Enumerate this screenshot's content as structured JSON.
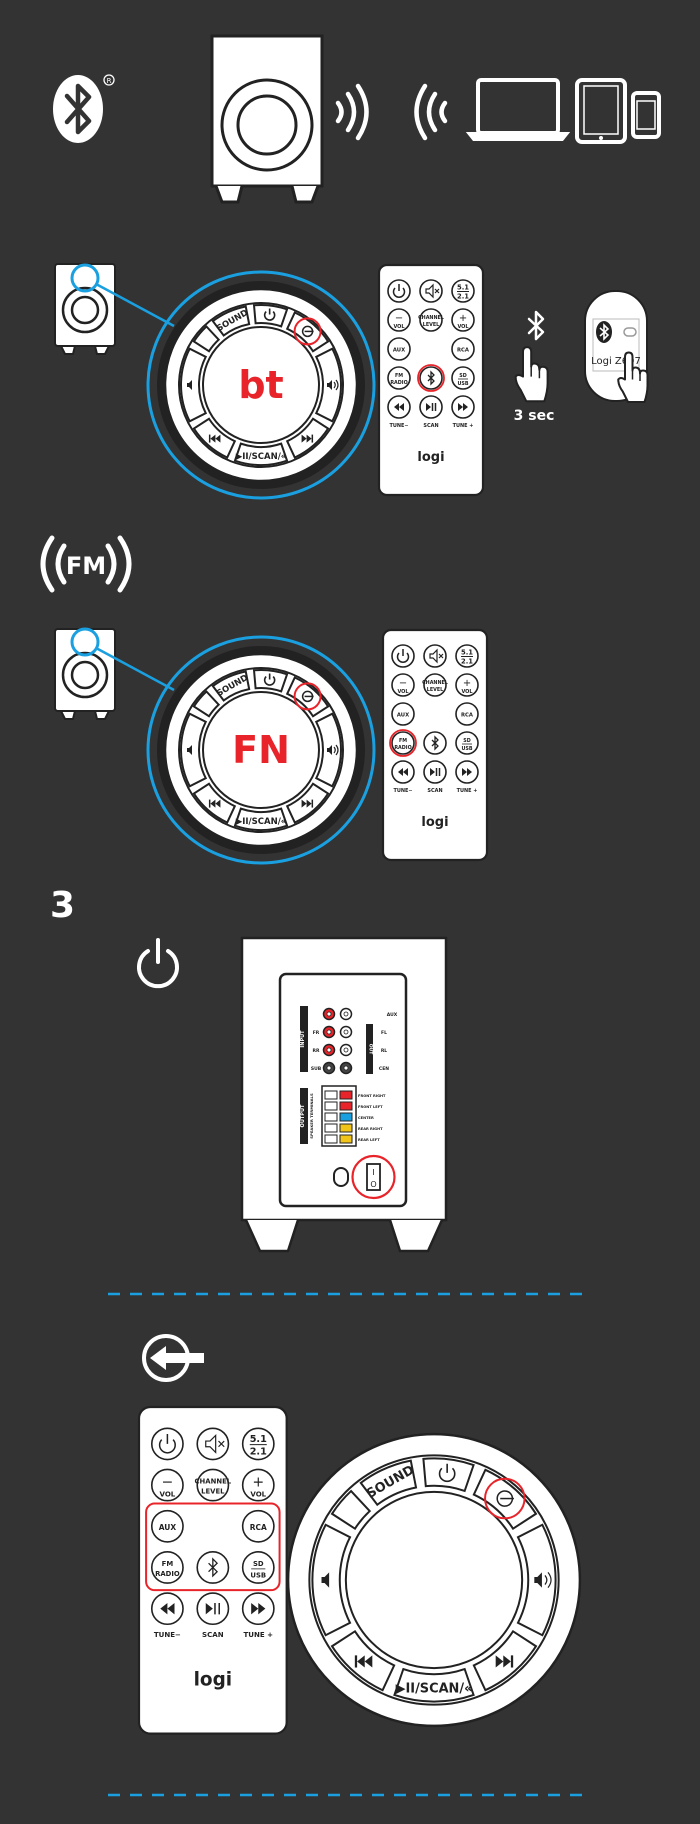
{
  "step": "3",
  "bluetooth": {
    "hold_duration": "3 sec",
    "device_name": "Logi Z607",
    "display_code": "bt"
  },
  "fm": {
    "badge": "FM",
    "display_code": "FN"
  },
  "control_pod": {
    "sound": "SOUND",
    "play_scan": "▶II/SCAN/«"
  },
  "remote": {
    "surround_top": "5.1",
    "surround_bottom": "2.1",
    "vol_minus_sign": "−",
    "vol_plus_sign": "+",
    "vol": "VOL",
    "channel_top": "CHANNEL",
    "channel_bottom": "LEVEL",
    "aux": "AUX",
    "rca": "RCA",
    "fm_top": "FM",
    "fm_bottom": "RADIO",
    "sd": "SD",
    "usb": "USB",
    "tune_minus": "TUNE−",
    "scan": "SCAN",
    "tune_plus": "TUNE +",
    "brand": "logi"
  },
  "rear_panel": {
    "aux": "AUX",
    "input_header": "INPUT",
    "out_header": "OUT",
    "fl": "FL",
    "fr": "FR",
    "rl": "RL",
    "rr": "RR",
    "sub": "SUB",
    "cen": "CEN",
    "output_header": "OUTPUT",
    "speaker_terminals": "SPEAKER TERMINALS",
    "front_right": "FRONT RIGHT",
    "front_left": "FRONT LEFT",
    "center": "CENTER",
    "rear_right": "REAR RIGHT",
    "rear_left": "REAR LEFT",
    "switch_on": "I",
    "switch_off": "O"
  },
  "colors": {
    "background": "#333333",
    "line": "#ffffff",
    "blue": "#1aa0e0",
    "red": "#e8242a",
    "green": "#3bb54a",
    "yellow": "#f0c419",
    "black": "#111111",
    "dashed": "#1aa0e0"
  }
}
